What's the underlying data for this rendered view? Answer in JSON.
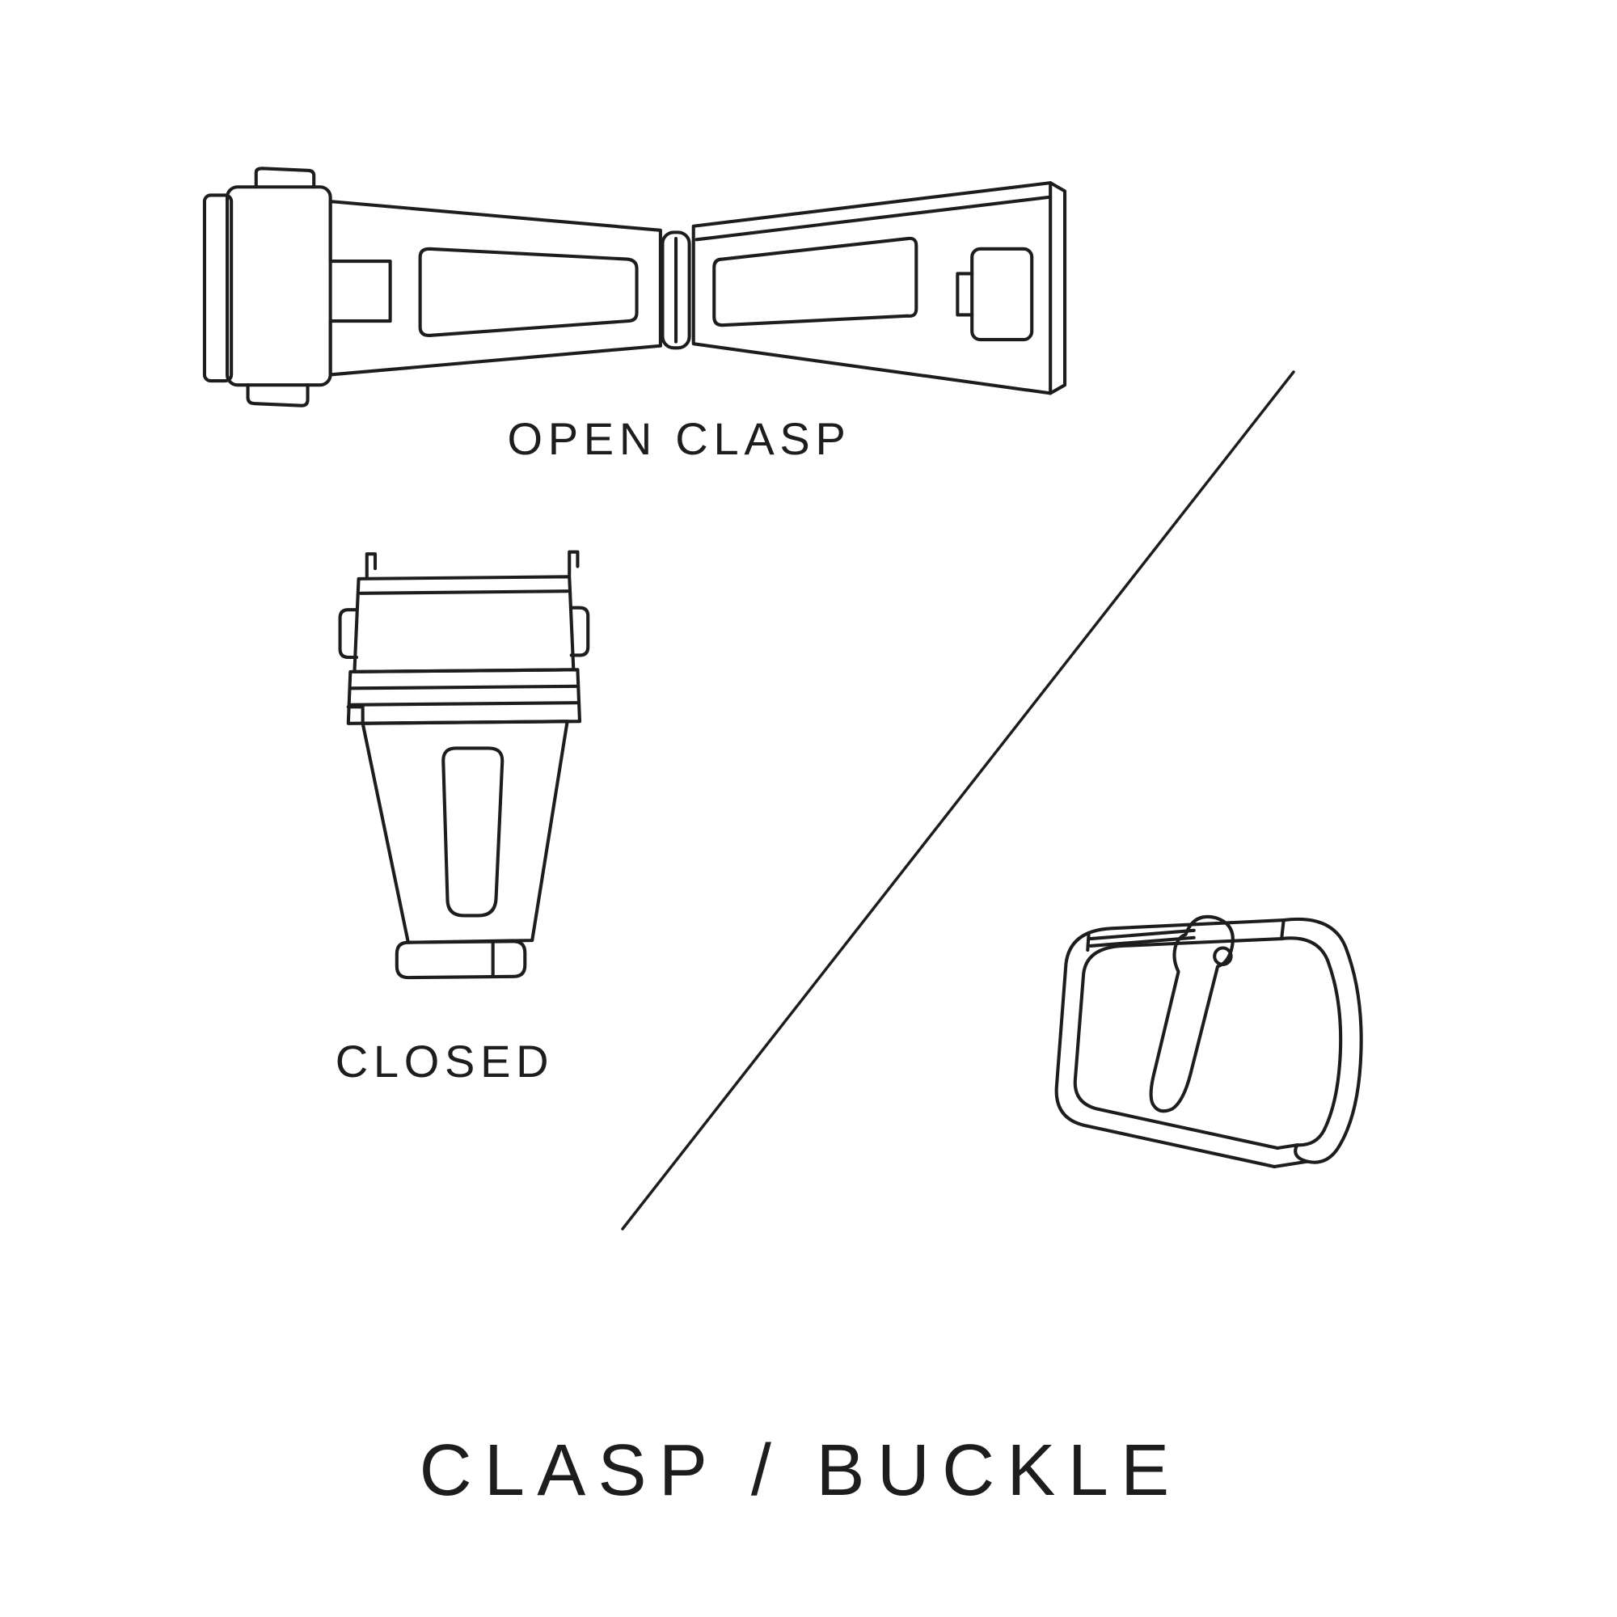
{
  "page": {
    "background_color": "#ffffff",
    "ink_color": "#1d1d1d"
  },
  "labels": {
    "open_clasp": "OPEN CLASP",
    "closed": "CLOSED",
    "title": "CLASP / BUCKLE"
  },
  "illustrations": {
    "open_clasp": "open-clasp-line-drawing",
    "closed_clasp": "closed-clasp-line-drawing",
    "buckle": "tang-buckle-line-drawing",
    "divider": "diagonal-divider-line"
  }
}
